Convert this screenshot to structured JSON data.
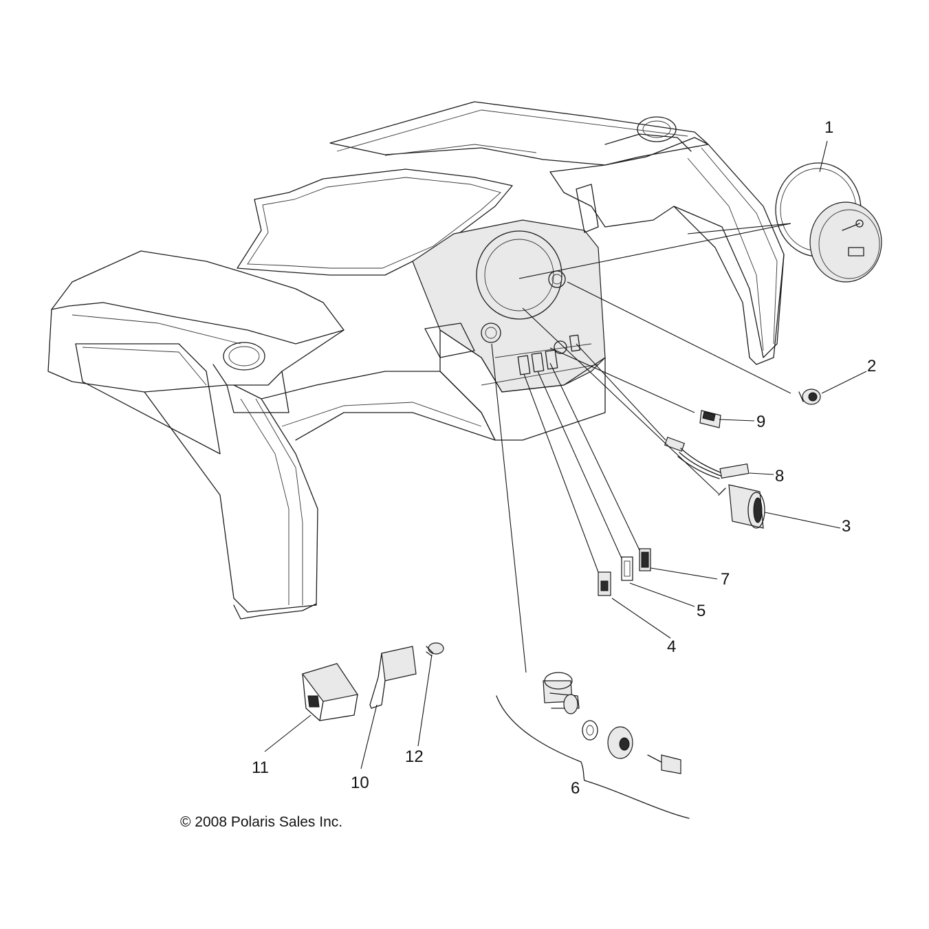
{
  "callouts": [
    {
      "id": "1",
      "label": "1"
    },
    {
      "id": "2",
      "label": "2"
    },
    {
      "id": "3",
      "label": "3"
    },
    {
      "id": "4",
      "label": "4"
    },
    {
      "id": "5",
      "label": "5"
    },
    {
      "id": "6",
      "label": "6"
    },
    {
      "id": "7",
      "label": "7"
    },
    {
      "id": "8",
      "label": "8"
    },
    {
      "id": "9",
      "label": "9"
    },
    {
      "id": "10",
      "label": "10"
    },
    {
      "id": "11",
      "label": "11"
    },
    {
      "id": "12",
      "label": "12"
    }
  ],
  "copyright": "© 2008 Polaris Sales Inc."
}
